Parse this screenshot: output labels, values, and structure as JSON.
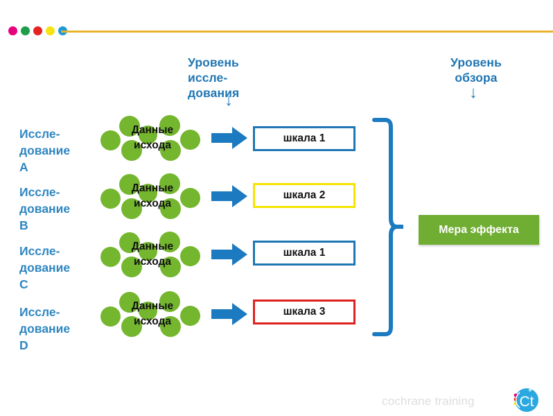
{
  "header": {
    "dots": [
      {
        "name": "dot-magenta",
        "color": "#E6007E"
      },
      {
        "name": "dot-green",
        "color": "#1E9E4A"
      },
      {
        "name": "dot-red",
        "color": "#E52421"
      },
      {
        "name": "dot-yellow",
        "color": "#F7E213"
      },
      {
        "name": "dot-blue",
        "color": "#1C9AD6"
      }
    ],
    "rule_color": "#E8B32C"
  },
  "headings": {
    "study_level": "Уровень\nиссле-\nдования",
    "review_level": "Уровень\nобзора",
    "arrow_glyph": "↓"
  },
  "studies": [
    {
      "label": "Иссле-\nдование\nA",
      "cluster_label": "Данные\nисхода",
      "scale": "шкала 1",
      "scale_border_color": "#1F76B4"
    },
    {
      "label": "Иссле-\nдование\nB",
      "cluster_label": "Данные\nисхода",
      "scale": "шкала 2",
      "scale_border_color": "#F5E400"
    },
    {
      "label": "Иссле-\nдование\nC",
      "cluster_label": "Данные\nисхода",
      "scale": "шкала 1",
      "scale_border_color": "#1F76B4"
    },
    {
      "label": "Иссле-\nдование\nD",
      "cluster_label": "Данные\nисхода",
      "scale": "шкала 3",
      "scale_border_color": "#E02020"
    }
  ],
  "effect": {
    "label": "Мера эффекта",
    "box_color": "#70AD33",
    "text_color": "#FFFFFF"
  },
  "colors": {
    "blob_green": "#74B62E",
    "arrow_blue": "#1C7AC0",
    "brace_blue": "#1C7AC0",
    "heading_blue": "#1F76B4",
    "label_blue": "#2E86C1"
  },
  "footer": {
    "text": "cochrane training",
    "logo_mark": "Ct",
    "logo_color": "#2BA8E0"
  }
}
